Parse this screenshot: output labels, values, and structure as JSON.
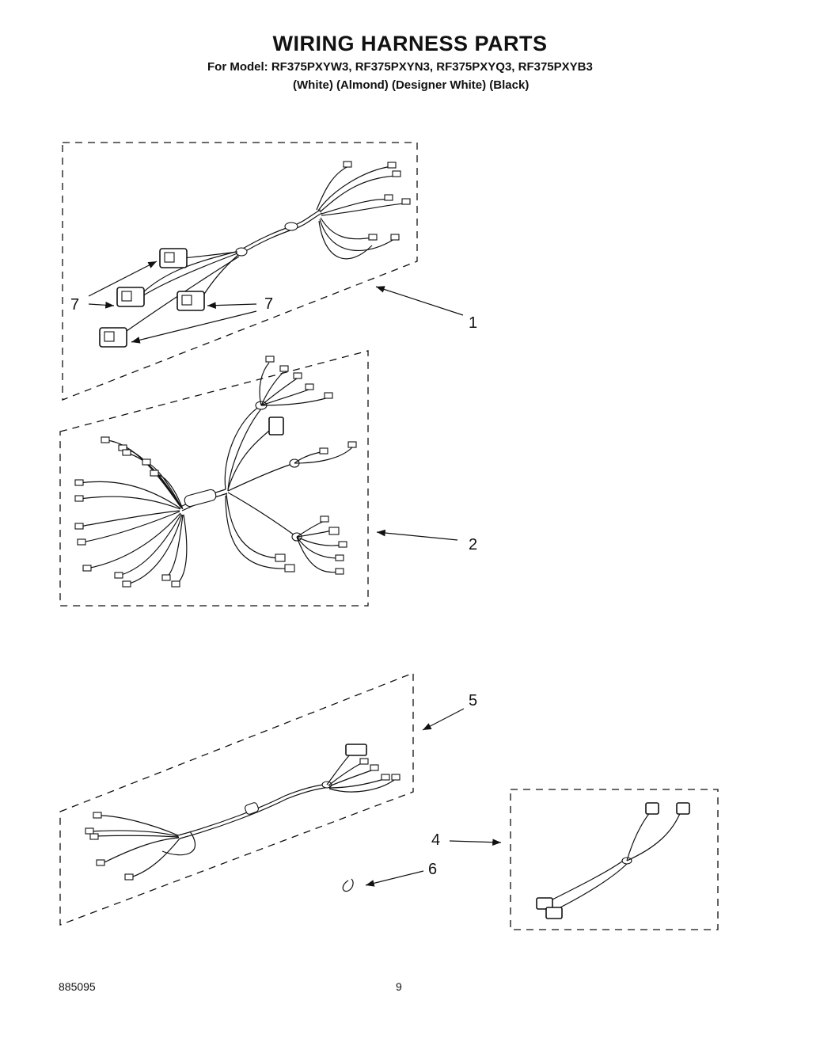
{
  "header": {
    "title": "WIRING HARNESS PARTS",
    "models": "For Model: RF375PXYW3, RF375PXYN3, RF375PXYQ3, RF375PXYB3",
    "colors": "(White) (Almond) (Designer White) (Black)"
  },
  "callouts": {
    "c1": "1",
    "c2": "2",
    "c4": "4",
    "c5": "5",
    "c6": "6",
    "c7a": "7",
    "c7b": "7"
  },
  "footer": {
    "doc_number": "885095",
    "page_number": "9"
  }
}
